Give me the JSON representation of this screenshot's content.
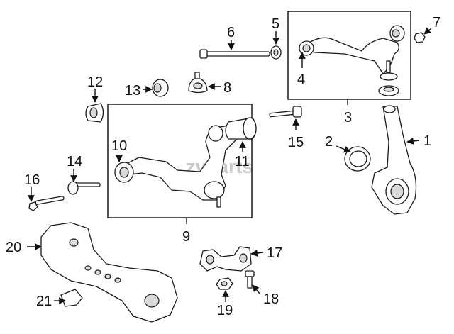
{
  "diagram": {
    "watermark": "zvparts",
    "callouts": [
      {
        "id": "c1",
        "label": "1"
      },
      {
        "id": "c2",
        "label": "2"
      },
      {
        "id": "c3",
        "label": "3"
      },
      {
        "id": "c4",
        "label": "4"
      },
      {
        "id": "c5",
        "label": "5"
      },
      {
        "id": "c6",
        "label": "6"
      },
      {
        "id": "c7",
        "label": "7"
      },
      {
        "id": "c8",
        "label": "8"
      },
      {
        "id": "c9",
        "label": "9"
      },
      {
        "id": "c10",
        "label": "10"
      },
      {
        "id": "c11",
        "label": "11"
      },
      {
        "id": "c12",
        "label": "12"
      },
      {
        "id": "c13",
        "label": "13"
      },
      {
        "id": "c14",
        "label": "14"
      },
      {
        "id": "c15",
        "label": "15"
      },
      {
        "id": "c16",
        "label": "16"
      },
      {
        "id": "c17",
        "label": "17"
      },
      {
        "id": "c18",
        "label": "18"
      },
      {
        "id": "c19",
        "label": "19"
      },
      {
        "id": "c20",
        "label": "20"
      },
      {
        "id": "c21",
        "label": "21"
      }
    ]
  }
}
